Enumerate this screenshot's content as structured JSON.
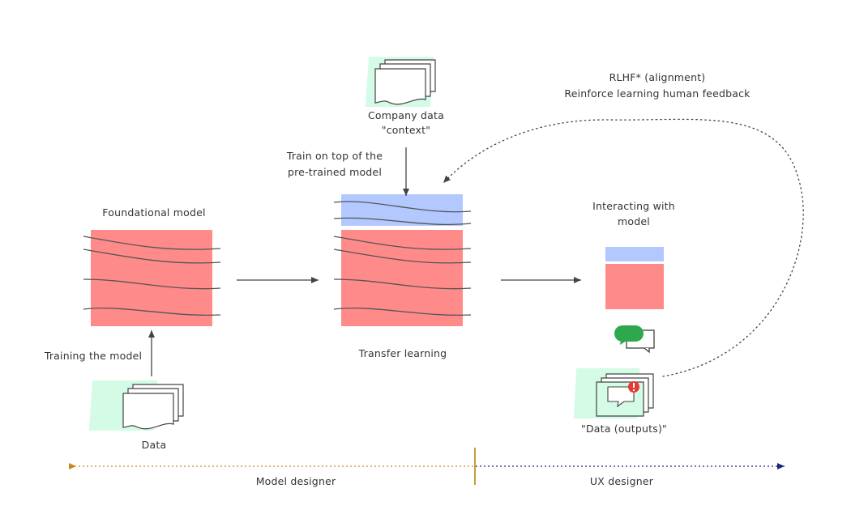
{
  "labels": {
    "foundational_model": "Foundational model",
    "training_the_model": "Training the model",
    "data": "Data",
    "company_data_line1": "Company data",
    "company_data_line2": "\"context\"",
    "train_on_top_line1": "Train on top of the",
    "train_on_top_line2": "pre-trained model",
    "transfer_learning": "Transfer learning",
    "rlhf_line1": "RLHF* (alignment)",
    "rlhf_line2": "Reinforce learning human feedback",
    "interacting_line1": "Interacting with",
    "interacting_line2": "model",
    "data_outputs": "\"Data (outputs)\"",
    "model_designer": "Model designer",
    "ux_designer": "UX designer"
  },
  "colors": {
    "model_red": "#ff8a8a",
    "layer_blue": "#b3c8ff",
    "doc_green": "#d3fbe6",
    "chat_green": "#2ea84e",
    "alert_red": "#e53935",
    "model_designer_line": "#c78a1a",
    "ux_designer_line": "#1a237e",
    "divider": "#b8860b",
    "arrow": "#444444"
  }
}
